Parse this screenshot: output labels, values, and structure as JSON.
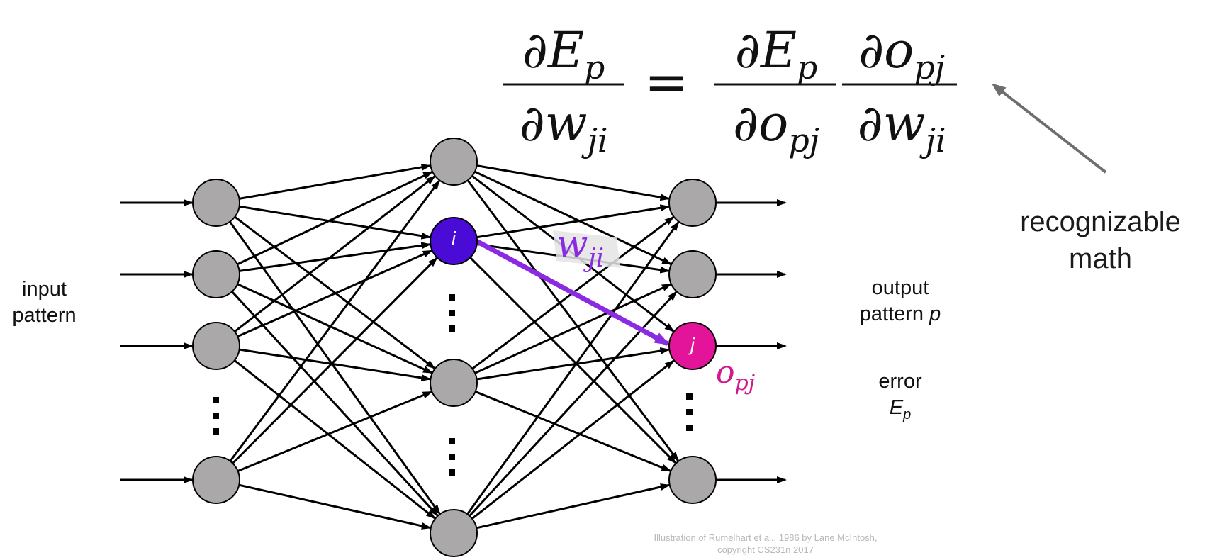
{
  "labels": {
    "input_line1": "input",
    "input_line2": "pattern",
    "output_line1": "output",
    "output_line2": "pattern",
    "output_var": "p",
    "error_line1": "error",
    "error_var": "E",
    "error_sub": "p",
    "math_line1": "recognizable",
    "math_line2": "math",
    "credit_line1": "Illustration of Rumelhart et al., 1986 by Lane McIntosh,",
    "credit_line2": "copyright CS231n 2017"
  },
  "nodes": {
    "i_label": "i",
    "j_label": "j"
  },
  "annotations": {
    "weight_label": "w",
    "weight_sub": "ji",
    "output_label": "o",
    "output_sub": "pj"
  },
  "equation": {
    "lhs_num": "∂E",
    "lhs_num_sub": "p",
    "lhs_den": "∂w",
    "lhs_den_sub": "ji",
    "equals": "=",
    "r1_num": "∂E",
    "r1_num_sub": "p",
    "r1_den": "∂o",
    "r1_den_sub": "pj",
    "r2_num": "∂o",
    "r2_num_sub": "pj",
    "r2_den": "∂w",
    "r2_den_sub": "ji"
  },
  "colors": {
    "node_fill": "#aaa8a9",
    "node_i": "#4a0bd6",
    "node_j": "#e3139a",
    "highlight_edge": "#8a2be2",
    "output_label": "#d21890",
    "math_arrow": "#6e6e6e"
  }
}
